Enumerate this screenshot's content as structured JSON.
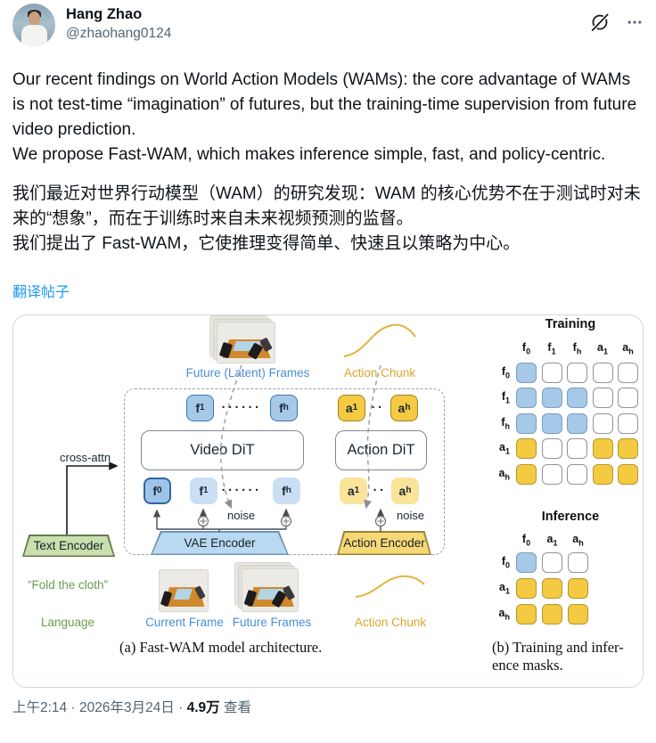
{
  "header": {
    "name": "Hang Zhao",
    "handle": "@zhaohang0124",
    "grok_icon": "grok-slashed-circle",
    "more_icon": "more-ellipsis"
  },
  "tweet": {
    "english": "Our recent findings on World Action Models (WAMs): the core advantage of WAMs is not test-time “imagination” of futures, but the training-time supervision from future video prediction.\nWe propose Fast-WAM, which makes inference simple, fast, and policy-centric.",
    "chinese": "我们最近对世界行动模型（WAM）的研究发现：WAM 的核心优势不在于测试时对未来的“想象”，而在于训练时来自未来视频预测的监督。\n我们提出了 Fast-WAM，它使推理变得简单、快速且以策略为中心。",
    "translate_label": "翻译帖子"
  },
  "figure": {
    "labels": {
      "future_latent_frames": "Future (Latent) Frames",
      "action_chunk": "Action Chunk",
      "cross_attn": "cross-attn",
      "video_dit": "Video DiT",
      "action_dit": "Action DiT",
      "noise": "noise",
      "vae_encoder": "VAE Encoder",
      "action_encoder": "Action Encoder",
      "text_encoder": "Text Encoder",
      "prompt": "“Fold the cloth”",
      "language": "Language",
      "current_frame": "Current Frame",
      "future_frames": "Future Frames",
      "caption_a": "(a) Fast-WAM model architecture.",
      "caption_b": "(b) Training and infer-\nence masks."
    },
    "tokens": {
      "video_top": [
        "f_1",
        "f_h"
      ],
      "video_bottom": [
        "f_0",
        "f_1",
        "f_h"
      ],
      "action_top": [
        "a_1",
        "a_h"
      ],
      "action_bottom": [
        "a_1",
        "a_h"
      ],
      "dots_video": "······",
      "dots_action": "··"
    },
    "training": {
      "title": "Training",
      "cols": [
        "f_0",
        "f_1",
        "f_h",
        "a_1",
        "a_h"
      ],
      "rows": [
        "f_0",
        "f_1",
        "f_h",
        "a_1",
        "a_h"
      ],
      "cells": [
        [
          "blue",
          "white",
          "white",
          "white",
          "white"
        ],
        [
          "blue",
          "blue",
          "blue",
          "white",
          "white"
        ],
        [
          "blue",
          "blue",
          "blue",
          "white",
          "white"
        ],
        [
          "yellow",
          "white",
          "white",
          "yellow",
          "yellow"
        ],
        [
          "yellow",
          "white",
          "white",
          "yellow",
          "yellow"
        ]
      ]
    },
    "inference": {
      "title": "Inference",
      "cols": [
        "f_0",
        "a_1",
        "a_h"
      ],
      "rows": [
        "f_0",
        "a_1",
        "a_h"
      ],
      "cells": [
        [
          "blue",
          "white",
          "white"
        ],
        [
          "yellow",
          "yellow",
          "yellow"
        ],
        [
          "yellow",
          "yellow",
          "yellow"
        ]
      ]
    },
    "colors": {
      "frame_token_fill": "#a6c9ea",
      "frame_token_border": "#2e66a0",
      "frame_token_light": "#cadff3",
      "action_token_fill": "#f3ca41",
      "action_token_border": "#a3821f",
      "action_token_light": "#f9e49a",
      "label_blue": "#4a8fd6",
      "label_yellow": "#d9a62e",
      "label_green": "#6b9c4e"
    }
  },
  "footer": {
    "time": "上午2:14",
    "separator": "·",
    "date": "2026年3月24日",
    "views_count": "4.9万",
    "views_label": "查看"
  }
}
